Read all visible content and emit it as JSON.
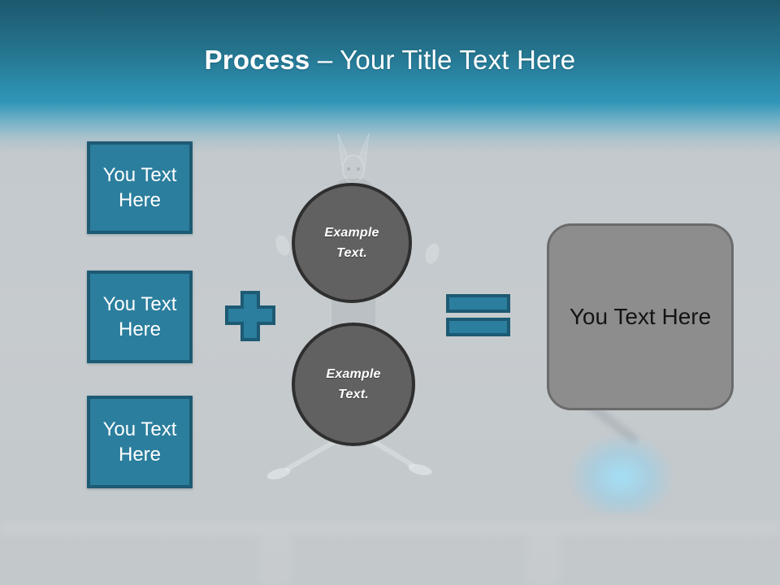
{
  "title": {
    "bold": "Process",
    "rest": " – Your Title Text Here"
  },
  "left_boxes": [
    {
      "label": "You Text Here"
    },
    {
      "label": "You Text Here"
    },
    {
      "label": "You Text Here"
    }
  ],
  "operators": [
    {
      "icon": "plus-icon"
    },
    {
      "icon": "equals-icon"
    }
  ],
  "circles": [
    {
      "label": "Example Text."
    },
    {
      "label": "Example Text."
    }
  ],
  "result_box": {
    "label": "You Text Here"
  },
  "colors": {
    "header_top": "#1d586d",
    "header_mid": "#2f95b6",
    "background_gray": "#c6cbce",
    "teal_fill": "#2b7e9d",
    "teal_border": "#1d5a73",
    "circle_fill": "#616161",
    "circle_border": "#2f2f2f",
    "result_fill": "#8d8d8d",
    "result_border": "#6b6b6b",
    "result_text": "#141414",
    "title_text": "#ffffff",
    "glow": "#8fd4f2"
  }
}
